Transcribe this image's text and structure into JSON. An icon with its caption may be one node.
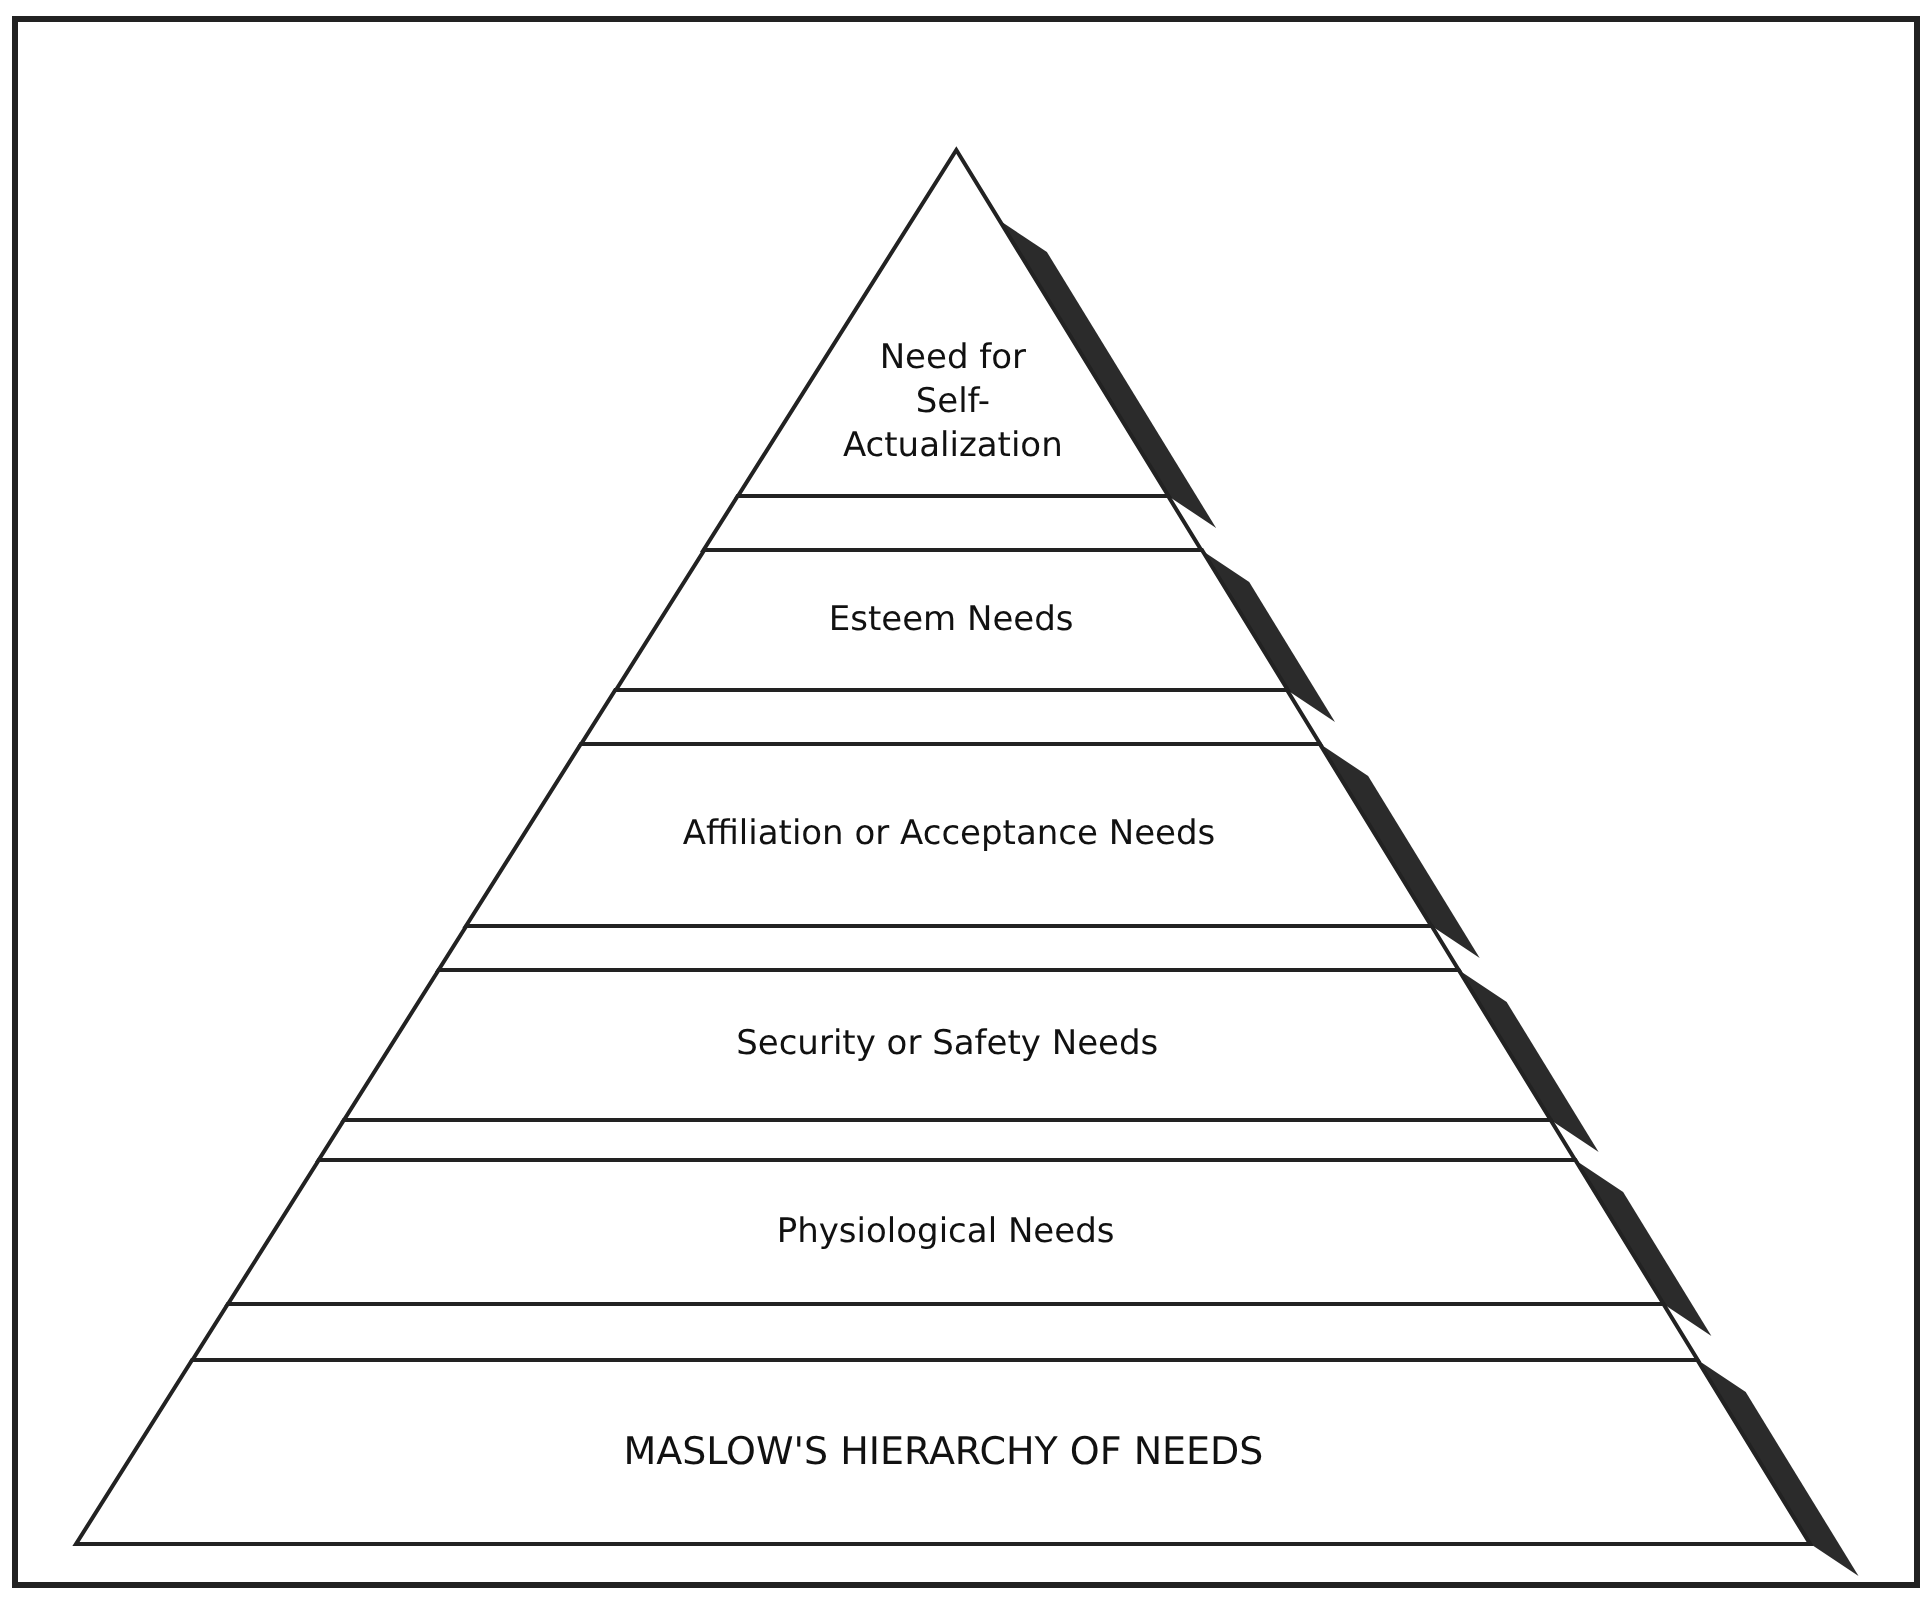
{
  "diagram": {
    "nodes": [
      {
        "text": [
          "Need for Self-Actualization"
        ]
      },
      {
        "text": [
          "Esteem Needs"
        ]
      },
      {
        "text": [
          "Affiliation or Acceptance Needs"
        ]
      },
      {
        "text": [
          "Security or Safety Needs"
        ]
      },
      {
        "text": [
          "Physiological Needs"
        ]
      },
      {
        "text": [
          "MASLOW'S HIERARCHY OF NEEDS"
        ]
      }
    ]
  }
}
